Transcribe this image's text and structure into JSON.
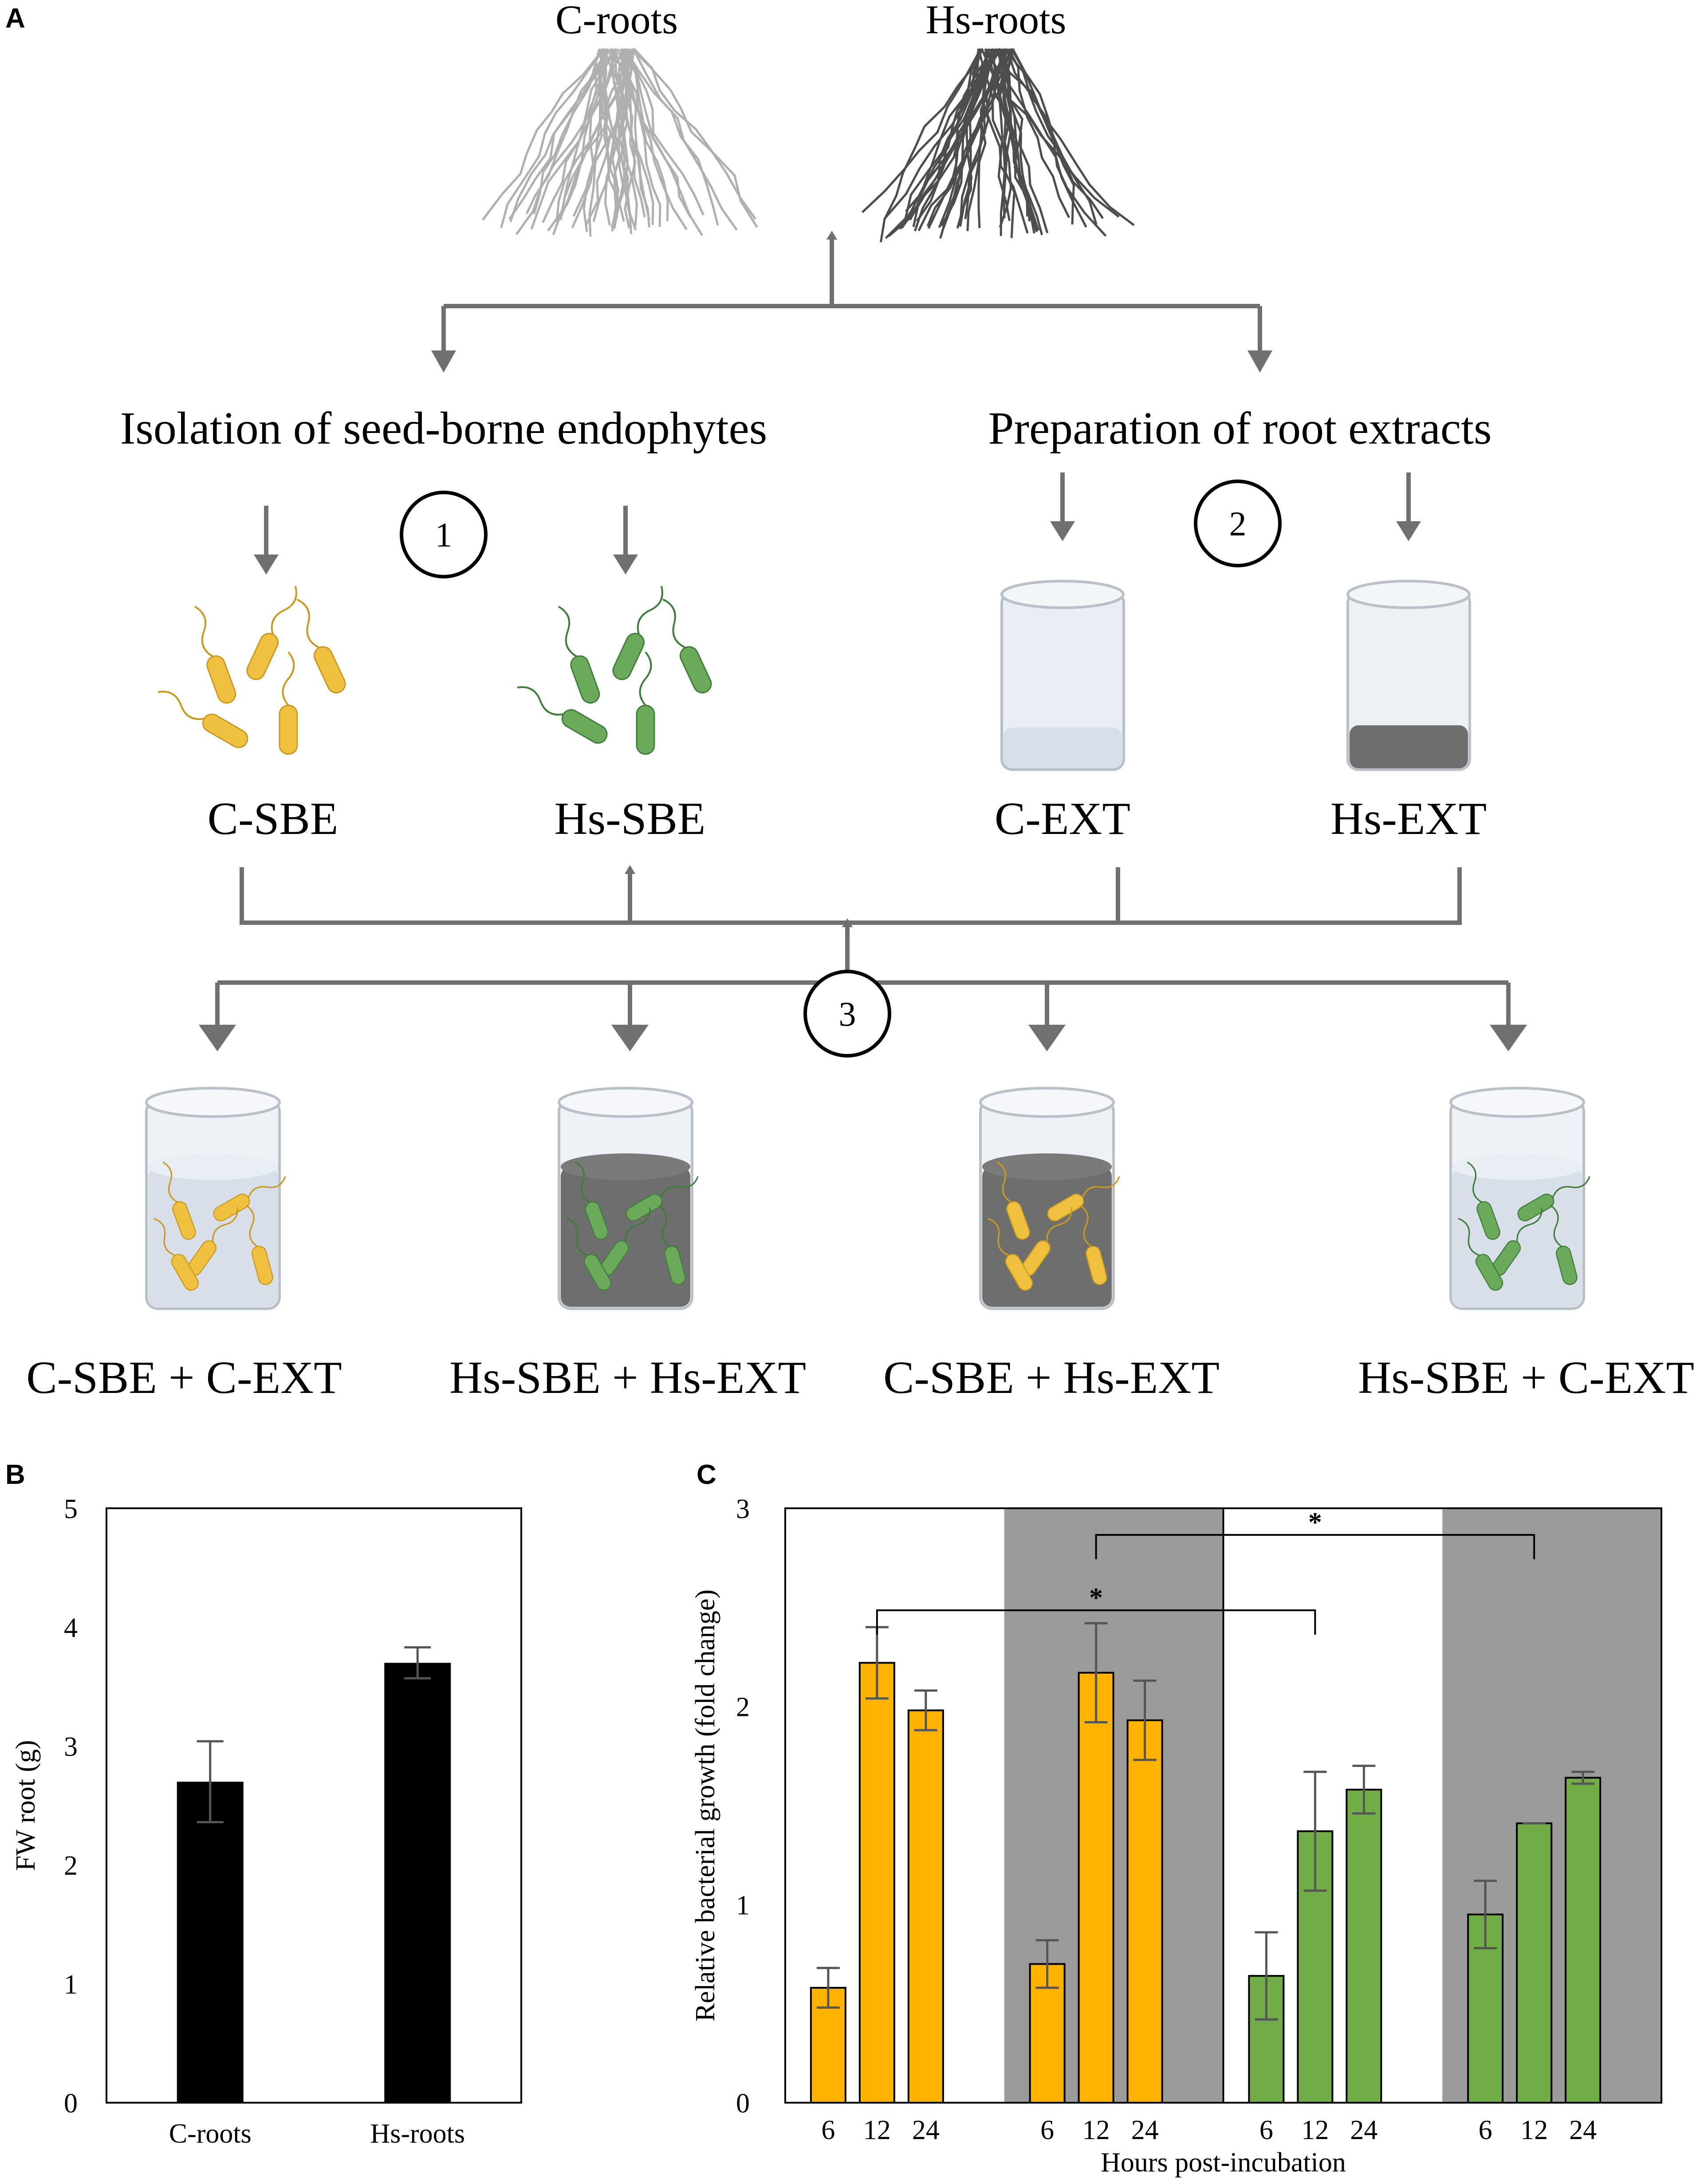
{
  "panel_a": {
    "letter": "A",
    "roots": [
      "C-roots",
      "Hs-roots"
    ],
    "step_left": "Isolation of seed-borne endophytes",
    "step_right": "Preparation of  root extracts",
    "step_numbers": [
      "1",
      "2",
      "3"
    ],
    "sources": [
      "C-SBE",
      "Hs-SBE",
      "C-EXT",
      "Hs-EXT"
    ],
    "combinations": [
      "C-SBE + C-EXT",
      "Hs-SBE + Hs-EXT",
      "C-SBE + Hs-EXT",
      "Hs-SBE + C-EXT"
    ],
    "colors": {
      "c_bacteria": "#f0c040",
      "hs_bacteria": "#6aaa5a",
      "arrows": "#707070",
      "hs_extract": "#6e6e6e",
      "c_extract": "#d8dfe8"
    }
  },
  "chart_data": [
    {
      "panel": "B",
      "type": "bar",
      "categories": [
        "C-roots",
        "Hs-roots"
      ],
      "values": [
        2.7,
        3.7
      ],
      "errors": [
        0.34,
        0.13
      ],
      "ylabel": "FW root (g)",
      "xlabel": "",
      "ylim": [
        0,
        5
      ],
      "yticks": [
        0,
        1,
        2,
        3,
        4,
        5
      ],
      "bar_color": "#000000"
    },
    {
      "panel": "C",
      "type": "bar",
      "ylabel": "Relative bacterial growth (fold change)",
      "xlabel": "Hours post-incubation",
      "ylim": [
        0,
        3
      ],
      "yticks": [
        0,
        1,
        2,
        3
      ],
      "groups": [
        {
          "x": [
            "6",
            "12",
            "24"
          ],
          "values": [
            0.58,
            2.22,
            1.98
          ],
          "errors": [
            0.1,
            0.18,
            0.1
          ],
          "bar_color": "#ffb300",
          "background": "#ffffff"
        },
        {
          "x": [
            "6",
            "12",
            "24"
          ],
          "values": [
            0.7,
            2.17,
            1.93
          ],
          "errors": [
            0.12,
            0.25,
            0.2
          ],
          "bar_color": "#ffb300",
          "background": "#9b9b9b"
        },
        {
          "x": [
            "6",
            "12",
            "24"
          ],
          "values": [
            0.64,
            1.37,
            1.58
          ],
          "errors": [
            0.22,
            0.3,
            0.12
          ],
          "bar_color": "#70ad47",
          "background": "#ffffff"
        },
        {
          "x": [
            "6",
            "12",
            "24"
          ],
          "values": [
            0.95,
            1.41,
            1.64
          ],
          "errors": [
            0.17,
            0.0,
            0.03
          ],
          "bar_color": "#70ad47",
          "background": "#9b9b9b"
        }
      ],
      "significance": [
        {
          "from_group": 0,
          "to_group": 2,
          "label": "*"
        },
        {
          "from_group": 1,
          "to_group": 3,
          "label": "*"
        }
      ]
    }
  ]
}
